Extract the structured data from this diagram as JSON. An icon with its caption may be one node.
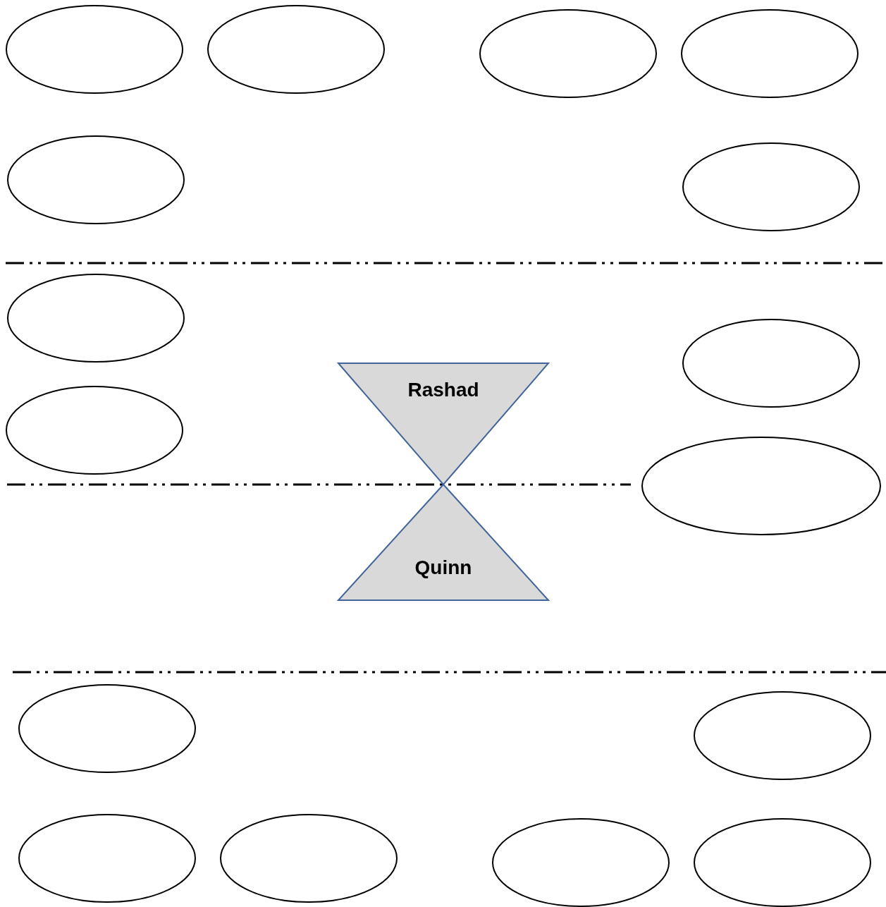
{
  "diagram": {
    "nodes": [
      {
        "text": [],
        "shape": "ellipse"
      },
      {
        "text": [],
        "shape": "ellipse"
      },
      {
        "text": [],
        "shape": "ellipse"
      },
      {
        "text": [],
        "shape": "ellipse"
      },
      {
        "text": [],
        "shape": "ellipse"
      },
      {
        "text": [],
        "shape": "ellipse"
      },
      {
        "text": [],
        "shape": "ellipse"
      },
      {
        "text": [],
        "shape": "ellipse"
      },
      {
        "text": [
          "Rashad"
        ]
      },
      {
        "text": [],
        "shape": "ellipse"
      },
      {
        "text": [],
        "shape": "ellipse"
      },
      {
        "text": [
          "Quinn"
        ]
      },
      {
        "text": [],
        "shape": "ellipse"
      },
      {
        "text": [],
        "shape": "ellipse"
      },
      {
        "text": [],
        "shape": "ellipse"
      },
      {
        "text": [],
        "shape": "ellipse"
      },
      {
        "text": [],
        "shape": "ellipse"
      },
      {
        "text": [],
        "shape": "ellipse"
      }
    ]
  }
}
